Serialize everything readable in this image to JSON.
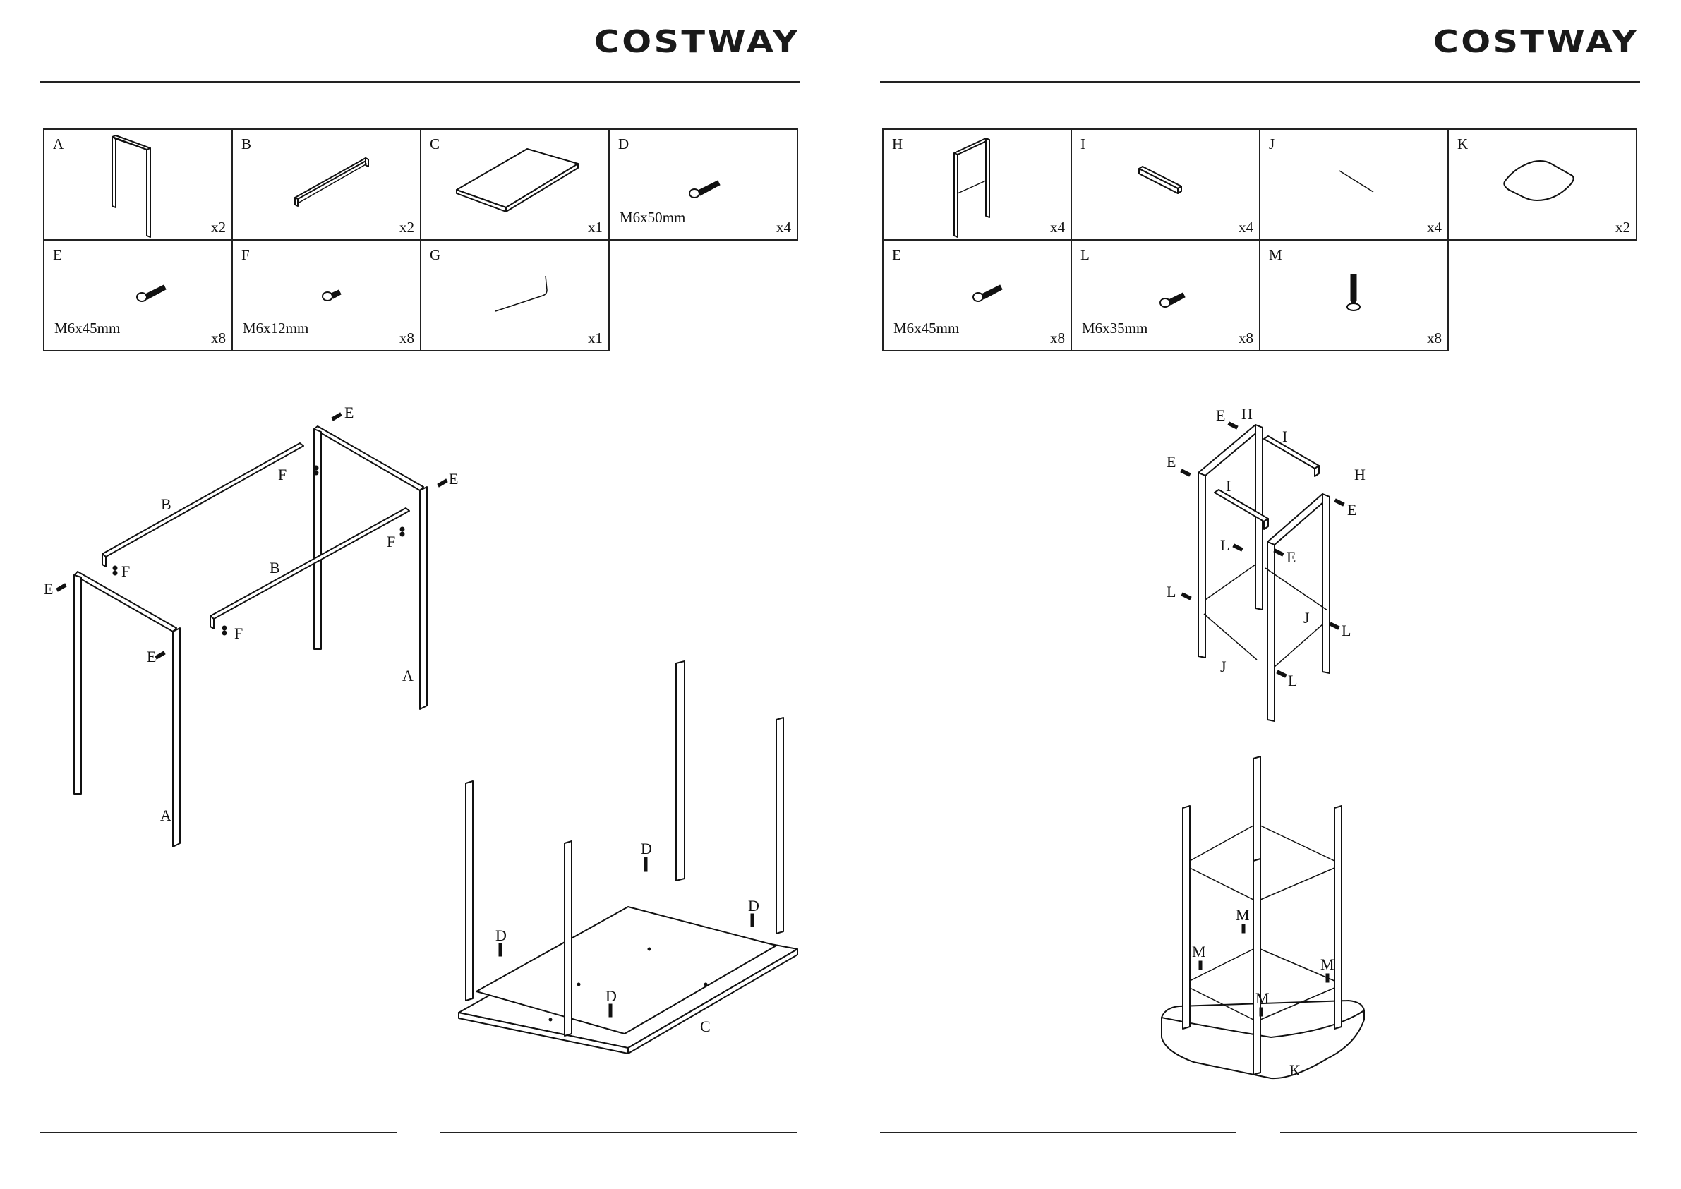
{
  "brand": "COSTWAY",
  "left_page": {
    "parts": [
      {
        "letter": "A",
        "size": "",
        "qty": "x2",
        "icon": "side-frame"
      },
      {
        "letter": "B",
        "size": "",
        "qty": "x2",
        "icon": "crossbar"
      },
      {
        "letter": "C",
        "size": "",
        "qty": "x1",
        "icon": "tabletop"
      },
      {
        "letter": "D",
        "size": "M6x50mm",
        "qty": "x4",
        "icon": "bolt"
      },
      {
        "letter": "E",
        "size": "M6x45mm",
        "qty": "x8",
        "icon": "bolt"
      },
      {
        "letter": "F",
        "size": "M6x12mm",
        "qty": "x8",
        "icon": "short-bolt"
      },
      {
        "letter": "G",
        "size": "",
        "qty": "x1",
        "icon": "allen-key"
      }
    ],
    "labels": {
      "E1": "E",
      "E2": "E",
      "E3": "E",
      "E4": "E",
      "F1": "F",
      "F2": "F",
      "F3": "F",
      "F4": "F",
      "B1": "B",
      "B2": "B",
      "A1": "A",
      "A2": "A",
      "D1": "D",
      "D2": "D",
      "D3": "D",
      "D4": "D",
      "C": "C"
    }
  },
  "right_page": {
    "parts": [
      {
        "letter": "H",
        "size": "",
        "qty": "x4",
        "icon": "stool-frame"
      },
      {
        "letter": "I",
        "size": "",
        "qty": "x4",
        "icon": "square-bar"
      },
      {
        "letter": "J",
        "size": "",
        "qty": "x4",
        "icon": "round-rod"
      },
      {
        "letter": "K",
        "size": "",
        "qty": "x2",
        "icon": "seat"
      },
      {
        "letter": "E",
        "size": "M6x45mm",
        "qty": "x8",
        "icon": "bolt"
      },
      {
        "letter": "L",
        "size": "M6x35mm",
        "qty": "x8",
        "icon": "bolt"
      },
      {
        "letter": "M",
        "size": "",
        "qty": "x8",
        "icon": "wood-screw"
      }
    ],
    "labels": {
      "E1": "E",
      "H1": "H",
      "I1": "I",
      "E2": "E",
      "I2": "I",
      "H2": "H",
      "E3": "E",
      "L1": "L",
      "E4": "E",
      "L2": "L",
      "J1": "J",
      "L3": "L",
      "J2": "J",
      "L4": "L",
      "M1": "M",
      "M2": "M",
      "M3": "M",
      "M4": "M",
      "K": "K"
    }
  },
  "colors": {
    "ink": "#111111",
    "paper": "#ffffff"
  }
}
